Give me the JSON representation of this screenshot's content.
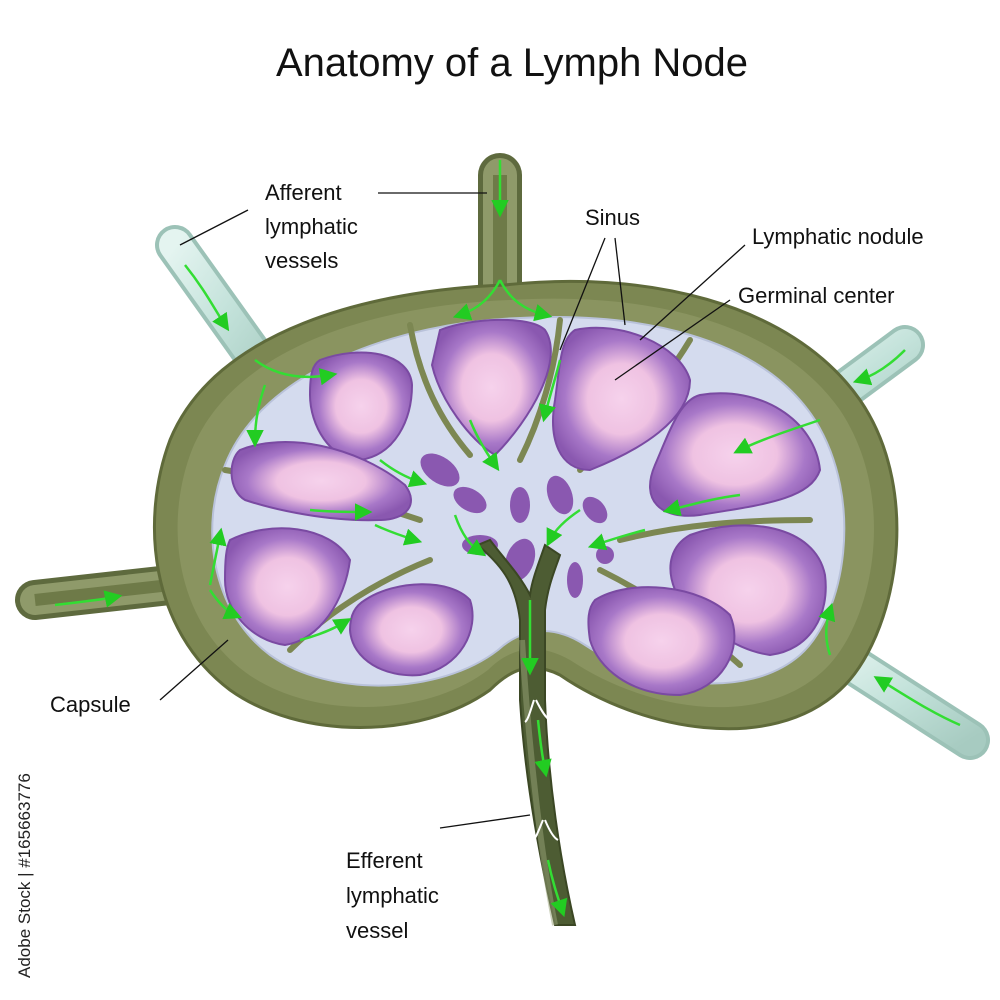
{
  "title": "Anatomy of a Lymph Node",
  "labels": {
    "afferent_line1": "Afferent",
    "afferent_line2": "lymphatic",
    "afferent_line3": "vessels",
    "sinus": "Sinus",
    "lymphatic_nodule": "Lymphatic nodule",
    "germinal_center": "Germinal center",
    "capsule": "Capsule",
    "efferent_line1": "Efferent",
    "efferent_line2": "lymphatic",
    "efferent_line3": "vessel"
  },
  "watermark": {
    "text": "Adobe Stock | #165663776"
  },
  "colors": {
    "capsule": "#7f8a55",
    "capsule_outer": "#9aa37a",
    "sinus": "#d5dcee",
    "nodule": "#8d5cb3",
    "germinal_center": "#f0c6e4",
    "afferent_vessel": "#c9e6df",
    "efferent_vessel": "#55653a",
    "flow_arrow": "#33dd33"
  }
}
